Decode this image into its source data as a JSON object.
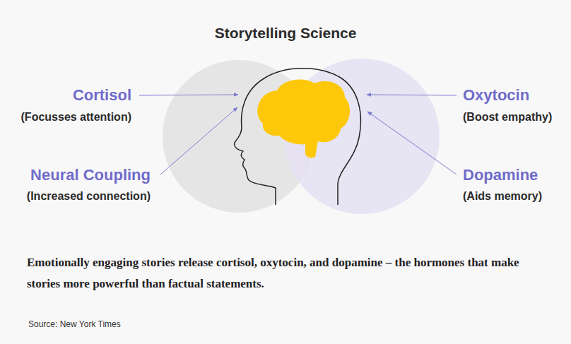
{
  "diagram": {
    "title": "Storytelling Science",
    "caption": "Emotionally engaging stories release cortisol, oxytocin, and dopamine – the hormones that make stories more powerful than factual statements.",
    "labels": [
      "Cortisol",
      "(Focusses attention)",
      "Neural Coupling",
      "(Increased connection)",
      "Oxytocin",
      "(Boost empathy)",
      "Dopamine",
      "(Aids memory)",
      "Source: New York Times"
    ]
  }
}
